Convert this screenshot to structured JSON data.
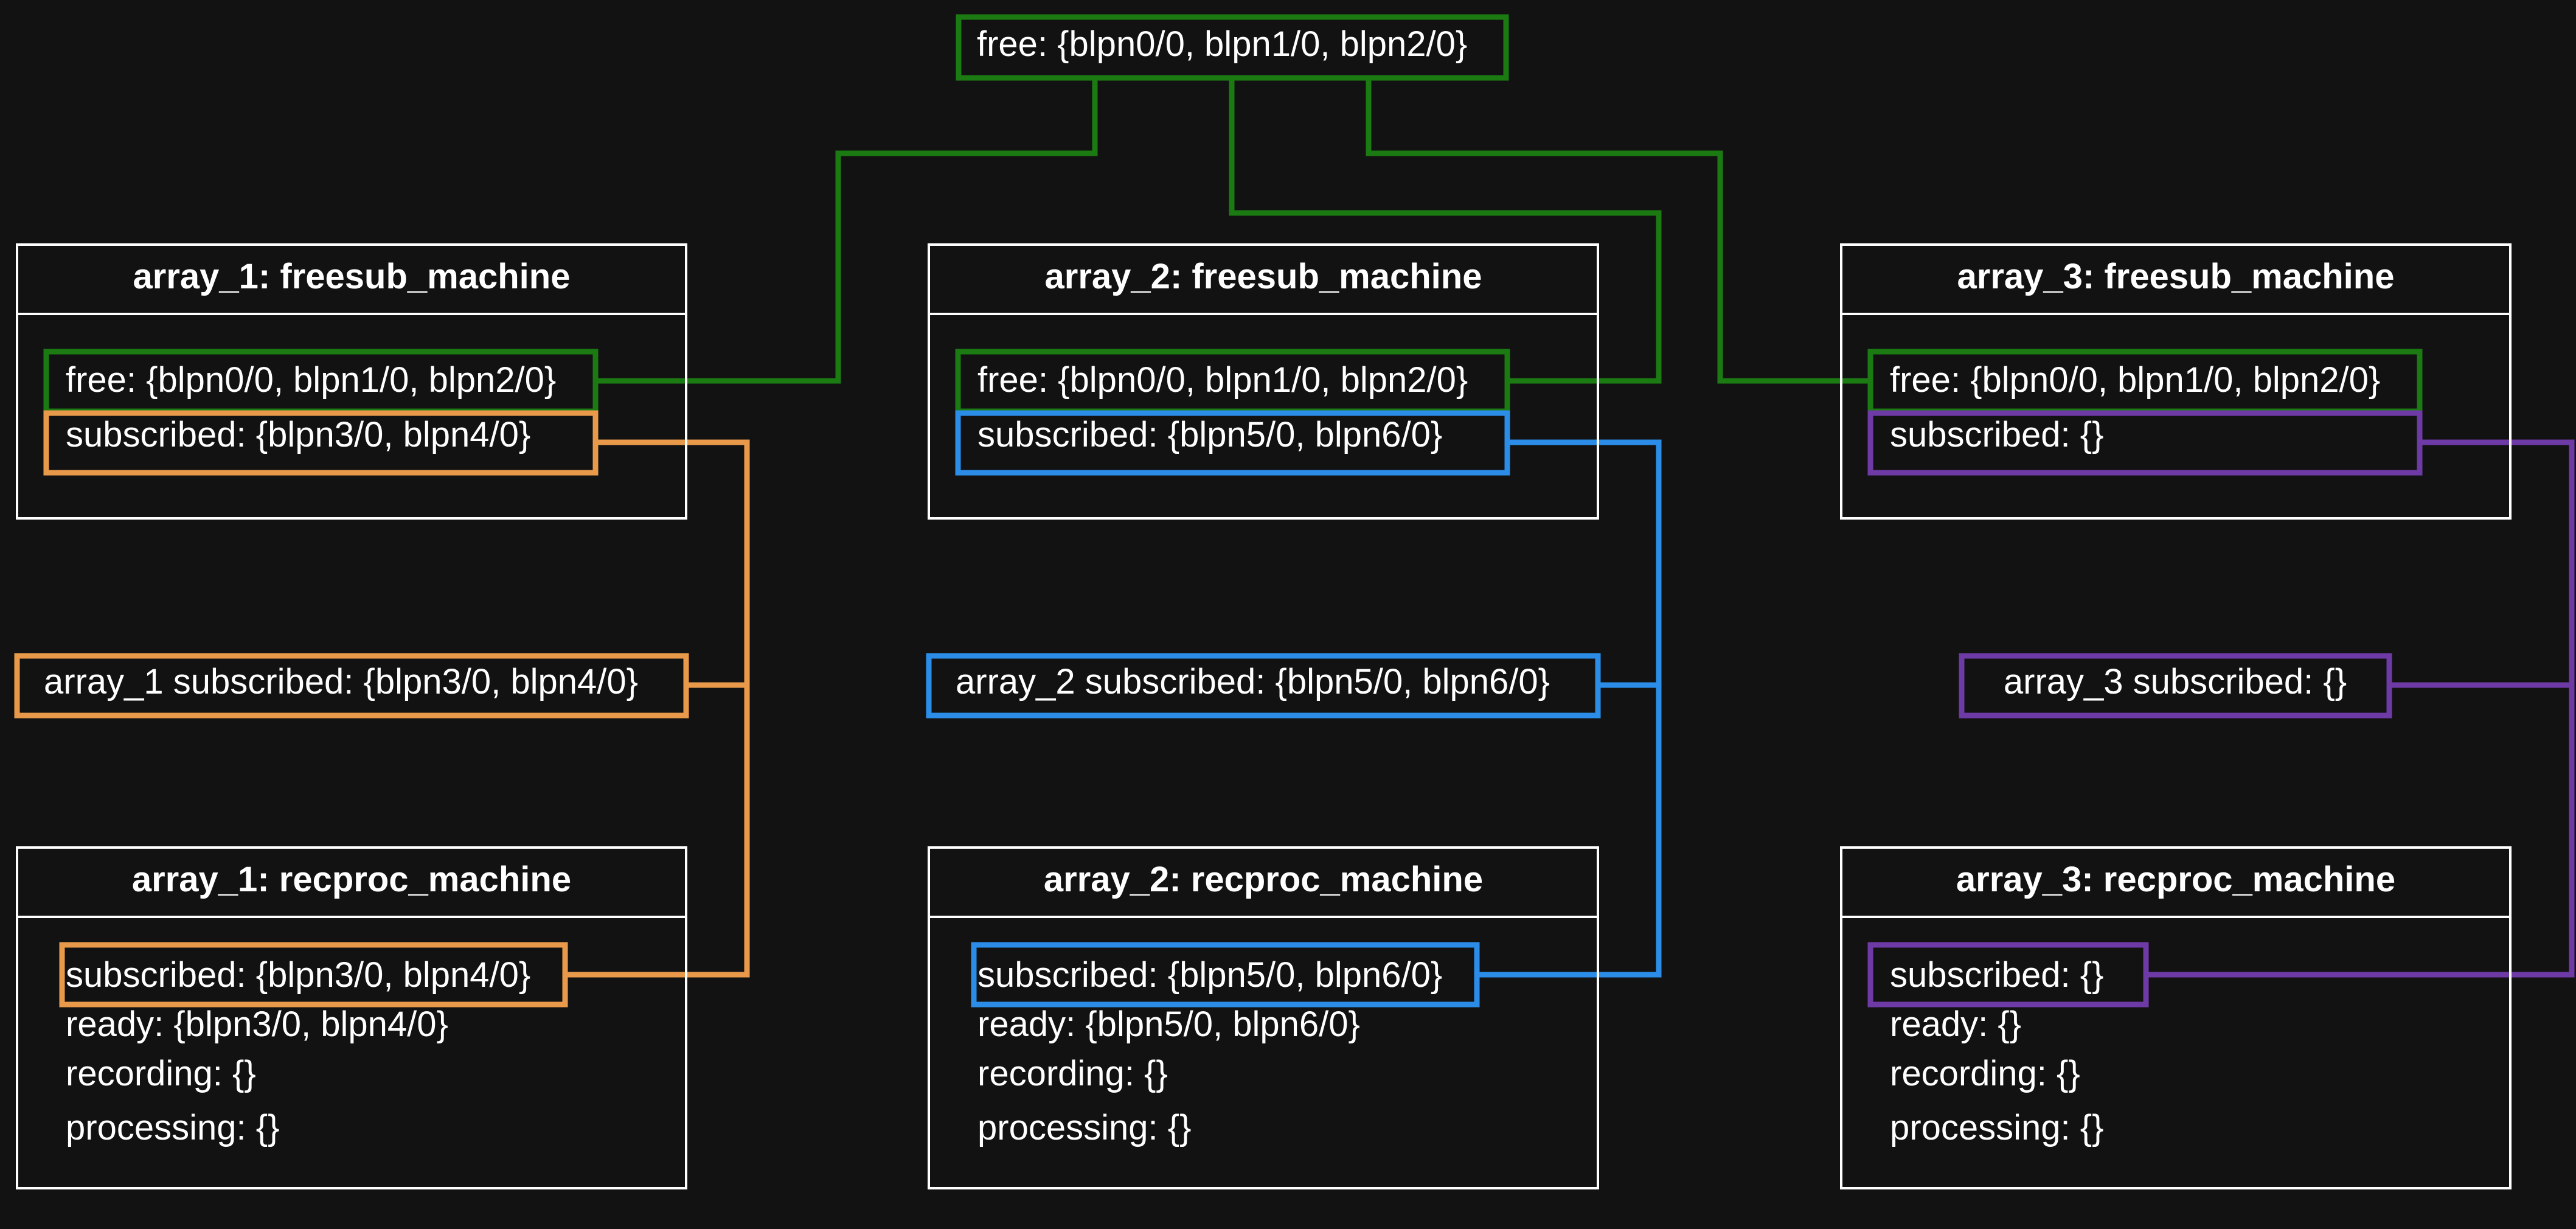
{
  "colors": {
    "background": "#121212",
    "text": "#ffffff",
    "free": "#1b7a12",
    "array_1": "#e8994a",
    "array_2": "#2b8de8",
    "array_3": "#6e3aa6"
  },
  "pool": {
    "label": "free: {blpn0/0, blpn1/0, blpn2/0}"
  },
  "arrays": [
    {
      "id": "array_1",
      "subscribed_summary": "array_1 subscribed: {blpn3/0, blpn4/0}",
      "freesub": {
        "title": "array_1: freesub_machine",
        "free": "free: {blpn0/0, blpn1/0, blpn2/0}",
        "subscribed": "subscribed: {blpn3/0, blpn4/0}"
      },
      "recproc": {
        "title": "array_1: recproc_machine",
        "subscribed": "subscribed: {blpn3/0, blpn4/0}",
        "ready": "ready: {blpn3/0, blpn4/0}",
        "recording": "recording: {}",
        "processing": "processing: {}"
      }
    },
    {
      "id": "array_2",
      "subscribed_summary": "array_2 subscribed: {blpn5/0, blpn6/0}",
      "freesub": {
        "title": "array_2: freesub_machine",
        "free": "free: {blpn0/0, blpn1/0, blpn2/0}",
        "subscribed": "subscribed: {blpn5/0, blpn6/0}"
      },
      "recproc": {
        "title": "array_2: recproc_machine",
        "subscribed": "subscribed: {blpn5/0, blpn6/0}",
        "ready": "ready: {blpn5/0, blpn6/0}",
        "recording": "recording: {}",
        "processing": "processing: {}"
      }
    },
    {
      "id": "array_3",
      "subscribed_summary": "array_3 subscribed: {}",
      "freesub": {
        "title": "array_3: freesub_machine",
        "free": "free: {blpn0/0, blpn1/0, blpn2/0}",
        "subscribed": "subscribed: {}"
      },
      "recproc": {
        "title": "array_3: recproc_machine",
        "subscribed": "subscribed: {}",
        "ready": "ready: {}",
        "recording": "recording: {}",
        "processing": "processing: {}"
      }
    }
  ]
}
